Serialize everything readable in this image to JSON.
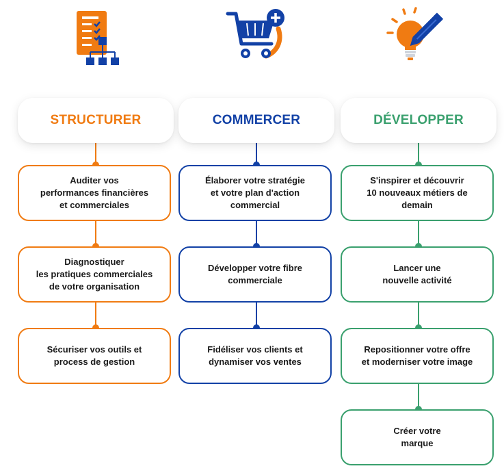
{
  "colors": {
    "structurer": "#f07b12",
    "commercer": "#1241a6",
    "developper": "#3aa06e"
  },
  "columns": [
    {
      "key": "structurer",
      "title": "STRUCTURER",
      "icon": "checklist-org-chart-icon",
      "steps": [
        "Auditer vos\nperformances financières\net commerciales",
        "Diagnostiquer\nles pratiques commerciales\nde votre organisation",
        "Sécuriser vos outils et\nprocess de gestion"
      ]
    },
    {
      "key": "commercer",
      "title": "COMMERCER",
      "icon": "shopping-cart-plus-icon",
      "steps": [
        "Élaborer votre stratégie\net votre plan d'action\ncommercial",
        "Développer votre fibre\ncommerciale",
        "Fidéliser vos clients et\ndynamiser vos ventes"
      ]
    },
    {
      "key": "developper",
      "title": "DÉVELOPPER",
      "icon": "lightbulb-pencil-icon",
      "steps": [
        "S'inspirer et découvrir\n10 nouveaux métiers de\ndemain",
        "Lancer une\nnouvelle activité",
        "Repositionner votre offre\net moderniser votre image",
        "Créer votre\nmarque"
      ]
    }
  ]
}
